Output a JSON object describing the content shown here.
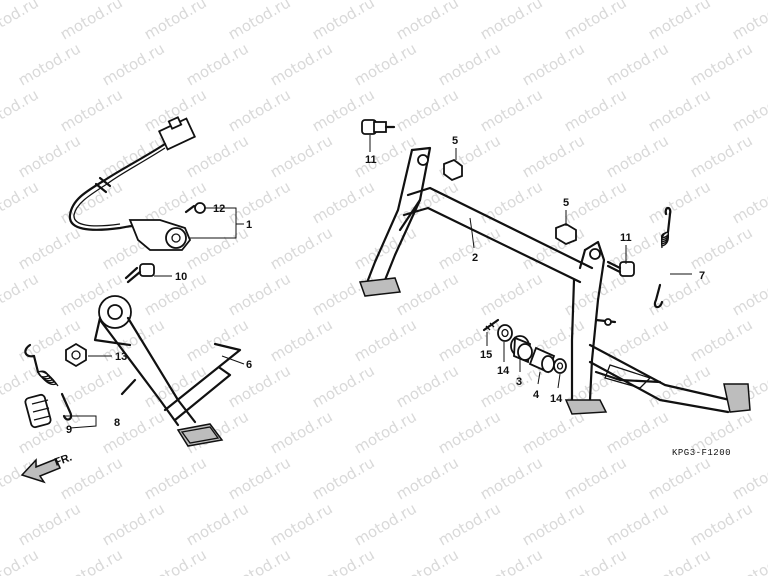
{
  "watermark": "motod.ru",
  "diagram_code": "KPG3-F1200",
  "front_marker": "FR.",
  "callouts": {
    "c1": "1",
    "c2": "2",
    "c3": "3",
    "c4": "4",
    "c5a": "5",
    "c5b": "5",
    "c6": "6",
    "c7": "7",
    "c8": "8",
    "c9": "9",
    "c10": "10",
    "c11a": "11",
    "c11b": "11",
    "c12": "12",
    "c13": "13",
    "c14a": "14",
    "c14b": "14",
    "c15": "15"
  }
}
